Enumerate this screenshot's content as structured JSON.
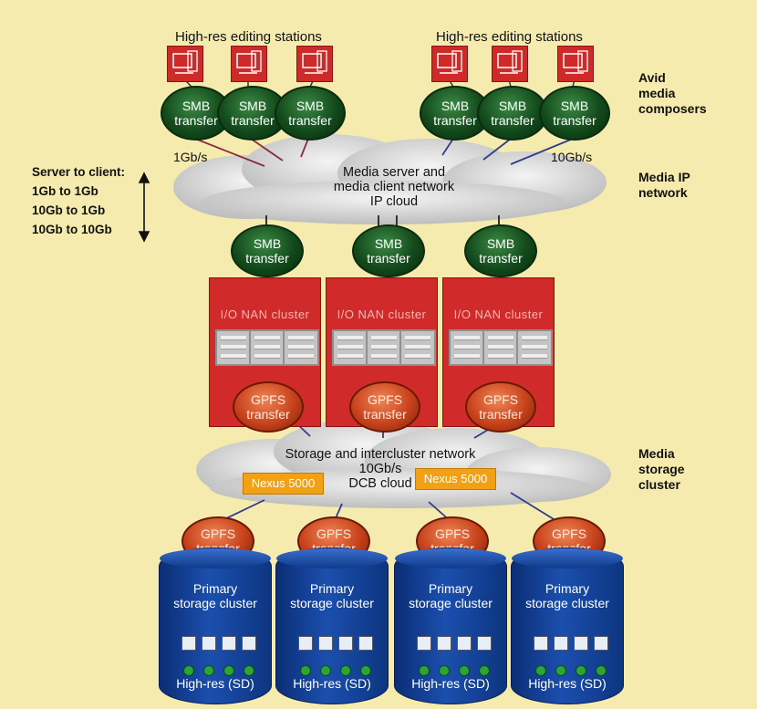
{
  "titles": {
    "stations_left": "High-res editing stations",
    "stations_right": "High-res editing stations"
  },
  "side_labels": {
    "avid": [
      "Avid",
      "media",
      "composers"
    ],
    "ip_network": [
      "Media IP",
      "network"
    ],
    "storage_cluster": [
      "Media",
      "storage",
      "cluster"
    ]
  },
  "left_note": [
    "Server to client:",
    "1Gb to 1Gb",
    "10Gb to 1Gb",
    "10Gb to 10Gb"
  ],
  "speeds": {
    "left": "1Gb/s",
    "right": "10Gb/s"
  },
  "clouds": {
    "media": [
      "Media server and",
      "media client network",
      "IP cloud"
    ],
    "storage": [
      "Storage and intercluster network",
      "10Gb/s",
      "DCB cloud"
    ]
  },
  "smb_label": [
    "SMB",
    "transfer"
  ],
  "gpfs_label": [
    "GPFS",
    "transfer"
  ],
  "cluster_label": "I/O NAN cluster",
  "nexus_label": "Nexus 5000",
  "storage": {
    "title": [
      "Primary",
      "storage cluster"
    ],
    "footer": "High-res (SD)"
  },
  "colors": {
    "background": "#f6ebae",
    "station_red": "#cf2a2a",
    "smb_green": "#134a1c",
    "gpfs_orange": "#c8421c",
    "cluster_red": "#d02a2a",
    "nexus_orange": "#f2a015",
    "storage_blue": "#1b4fae",
    "cloud_gray": "#d9d9d9"
  }
}
